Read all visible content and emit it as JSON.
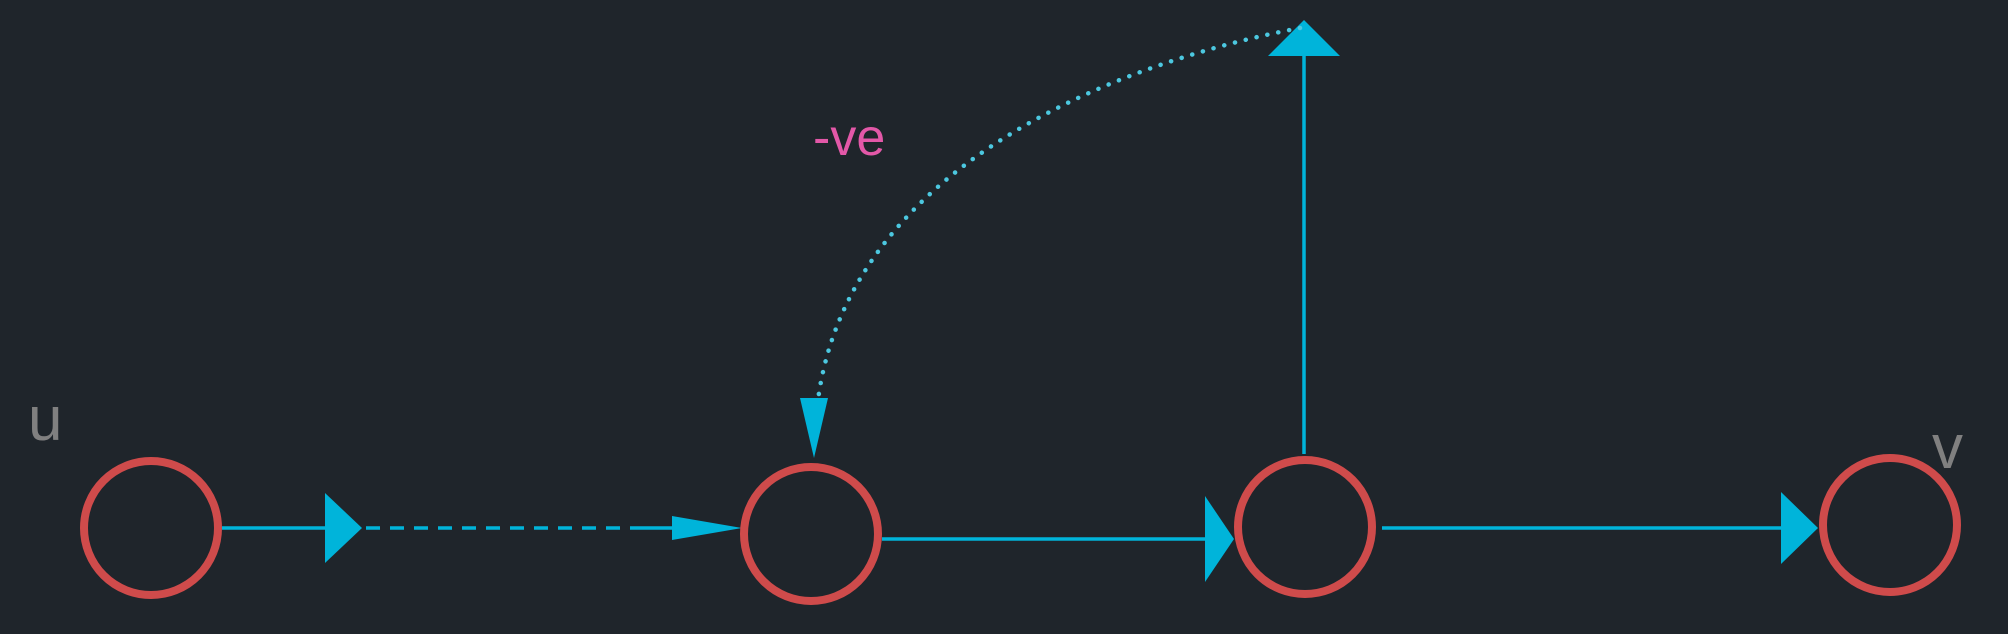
{
  "colors": {
    "background": "#1f252b",
    "node_stroke": "#cf4b4b",
    "edge": "#00b4da",
    "negative_label": "#e358a8",
    "node_label": "#808080"
  },
  "nodes": [
    {
      "id": "n1",
      "label": "u"
    },
    {
      "id": "n2",
      "label": ""
    },
    {
      "id": "n3",
      "label": ""
    },
    {
      "id": "n4",
      "label": "v"
    }
  ],
  "edges": [
    {
      "id": "e1",
      "from": "n1",
      "to": "n2",
      "style": "dashed-path"
    },
    {
      "id": "e2",
      "from": "n2",
      "to": "n3",
      "style": "solid"
    },
    {
      "id": "e3",
      "from": "n3",
      "to": "n4",
      "style": "solid"
    },
    {
      "id": "e4",
      "from": "n3",
      "to": "up",
      "style": "solid"
    },
    {
      "id": "e5",
      "from": "up",
      "to": "n2",
      "style": "dotted",
      "label": "-ve"
    }
  ]
}
